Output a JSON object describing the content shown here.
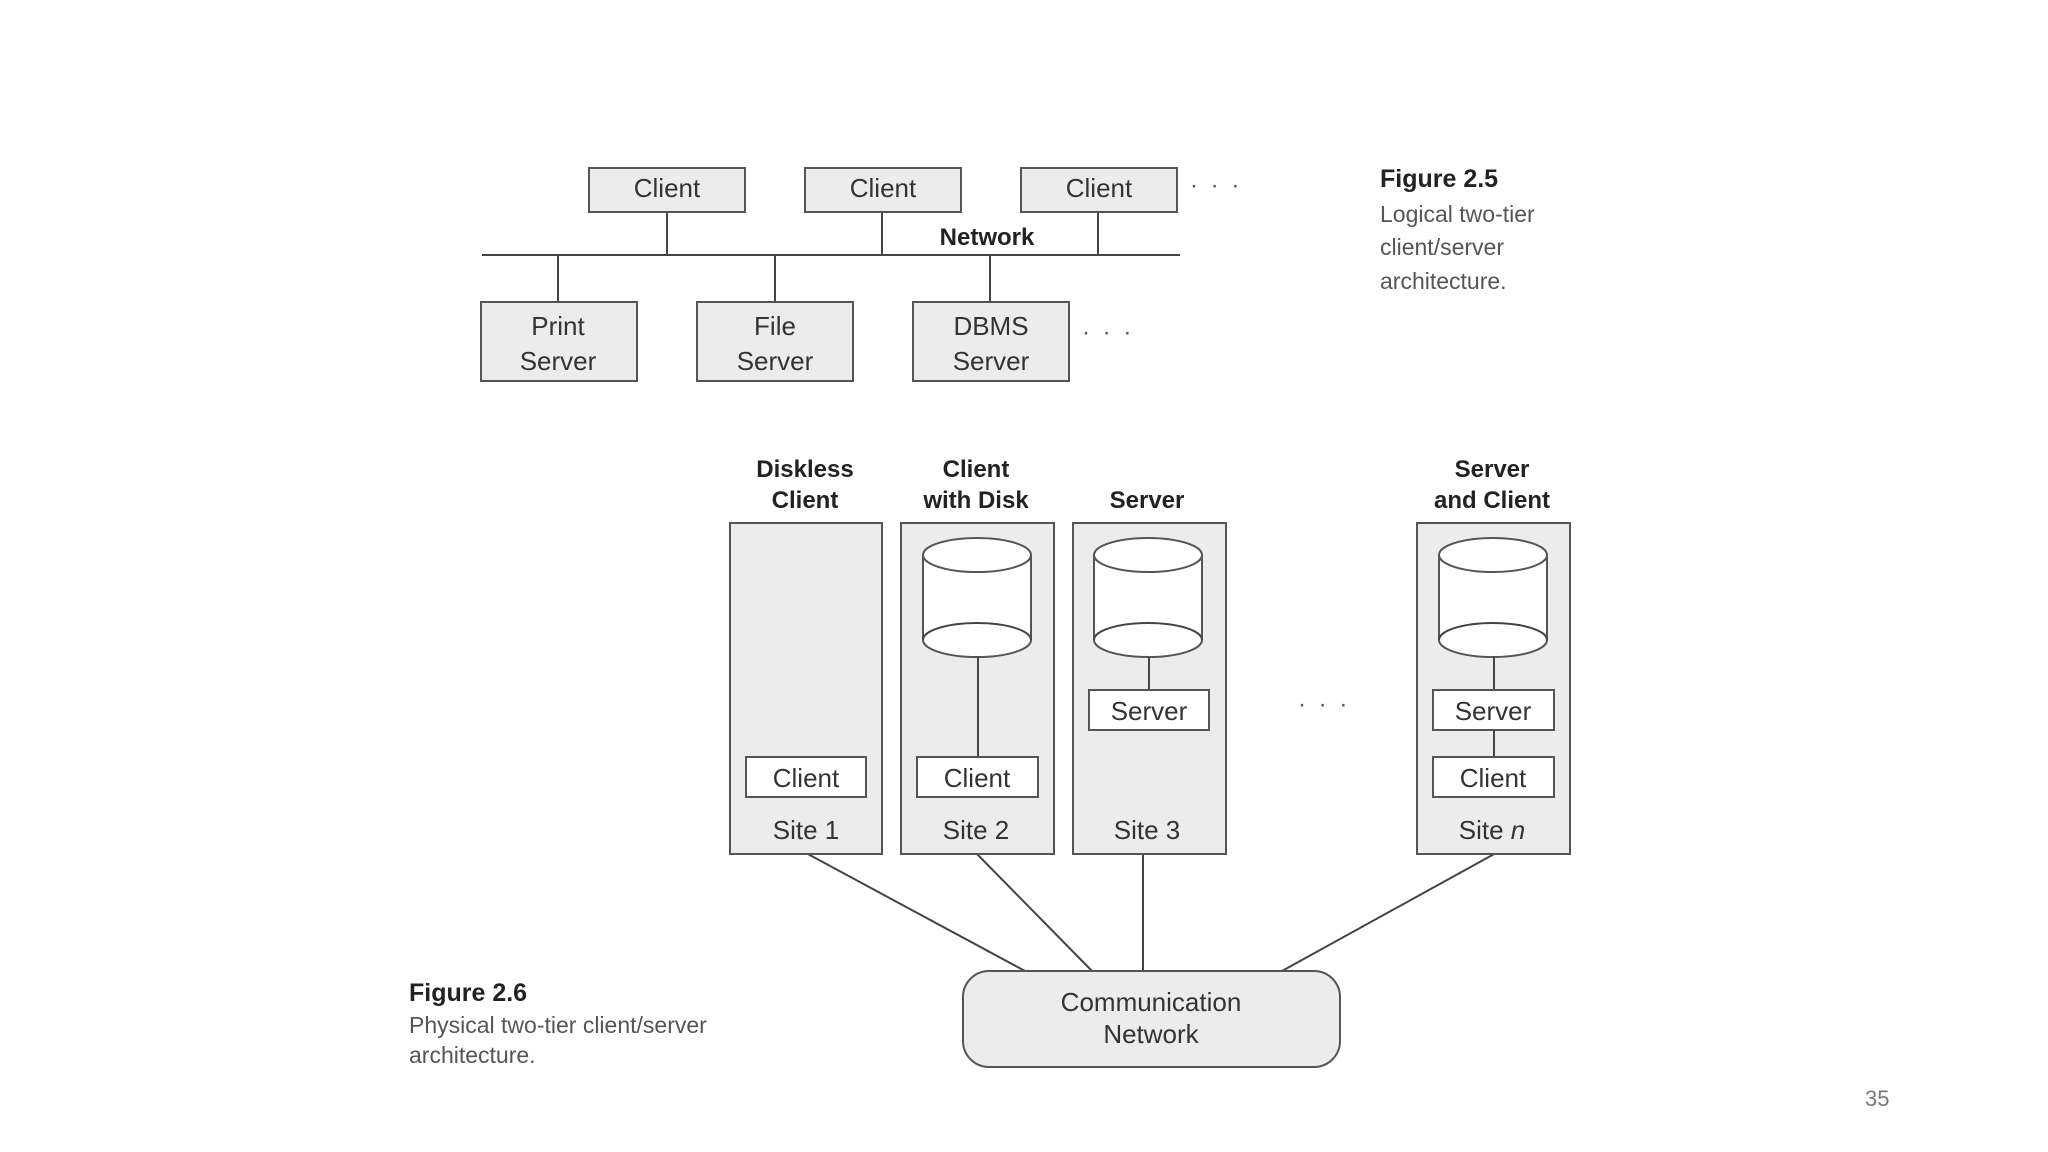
{
  "fig25": {
    "clients": [
      "Client",
      "Client",
      "Client"
    ],
    "client_ellipsis": "· · ·",
    "network_label": "Network",
    "servers": [
      {
        "line1": "Print",
        "line2": "Server"
      },
      {
        "line1": "File",
        "line2": "Server"
      },
      {
        "line1": "DBMS",
        "line2": "Server"
      }
    ],
    "server_ellipsis": "· · ·",
    "caption": {
      "title": "Figure 2.5",
      "lines": [
        "Logical two-tier",
        "client/server",
        "architecture."
      ]
    }
  },
  "fig26": {
    "sites": [
      {
        "heading1": "Diskless",
        "heading2": "Client",
        "client_label": "Client",
        "site_label": "Site 1"
      },
      {
        "heading1": "Client",
        "heading2": "with Disk",
        "client_label": "Client",
        "site_label": "Site 2"
      },
      {
        "heading1": "",
        "heading2": "Server",
        "server_label": "Server",
        "site_label": "Site 3"
      },
      {
        "heading1": "Server",
        "heading2": "and Client",
        "server_label": "Server",
        "client_label": "Client",
        "site_label": "Site",
        "site_suffix": "n"
      }
    ],
    "sites_ellipsis": "· · ·",
    "network": {
      "line1": "Communication",
      "line2": "Network"
    },
    "caption": {
      "title": "Figure 2.6",
      "lines": [
        "Physical two-tier client/server",
        "architecture."
      ]
    }
  },
  "page_number": "35"
}
